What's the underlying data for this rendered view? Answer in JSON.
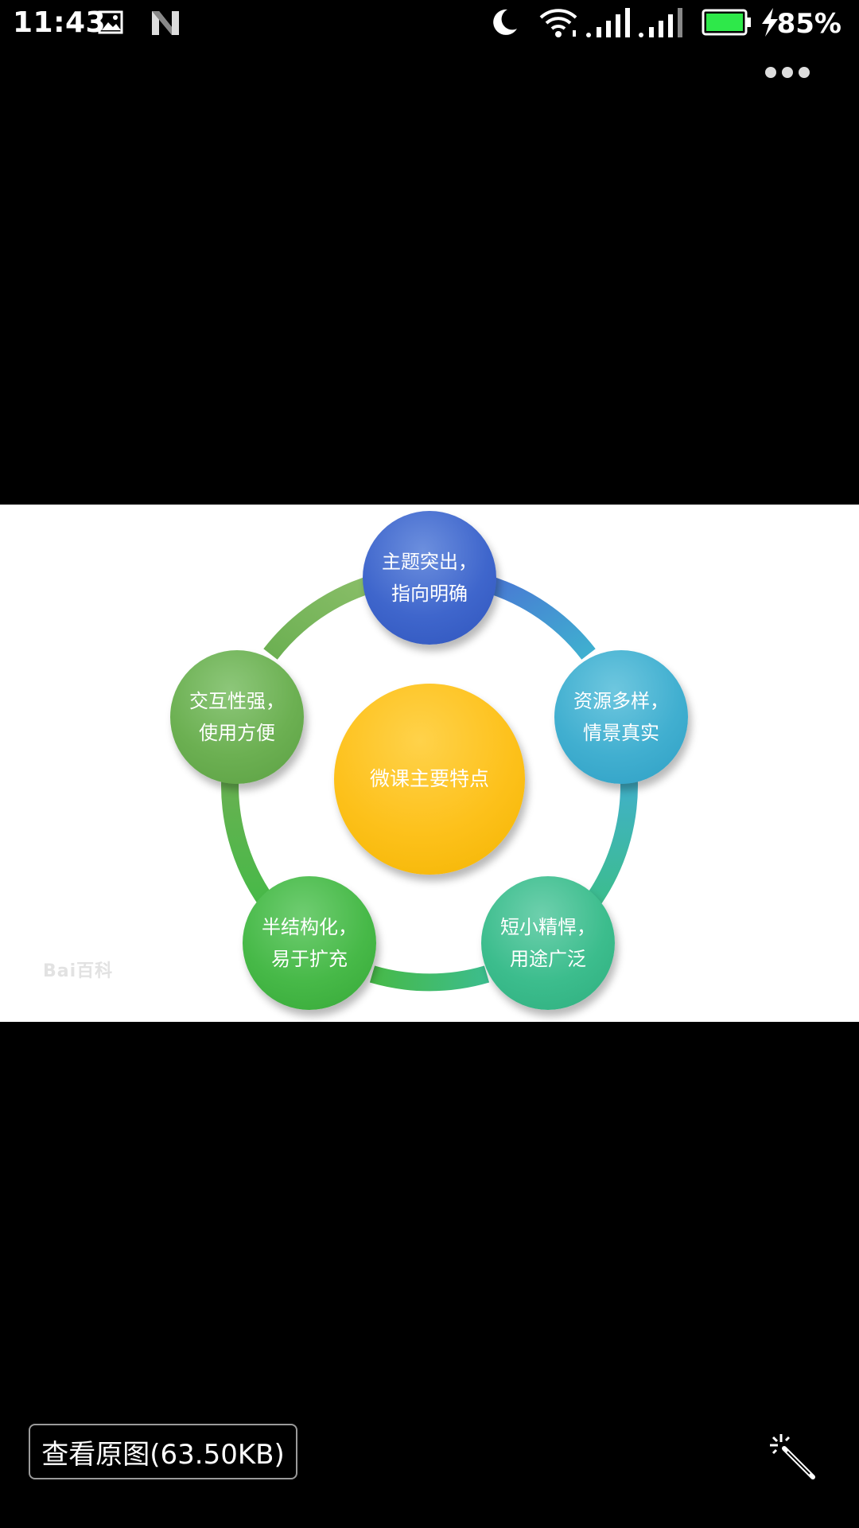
{
  "status_bar": {
    "time": "11:43",
    "battery_percent": "85%",
    "battery_color": "#2ee84a",
    "icons": [
      "image-icon",
      "n-icon",
      "moon-icon",
      "wifi-icon",
      "signal-icon",
      "signal-icon",
      "battery-icon",
      "charging-icon"
    ]
  },
  "header": {
    "more_icon": "more-dots-icon"
  },
  "image": {
    "diagram": {
      "center": "微课主要特点",
      "nodes": [
        "主题突出，\n指向明确",
        "资源多样，\n情景真实",
        "短小精悍，\n用途广泛",
        "半结构化，\n易于扩充",
        "交互性强，\n使用方便"
      ]
    },
    "watermark": "Bai百科"
  },
  "bottom_bar": {
    "view_original_label": "查看原图(63.50KB)",
    "magic_icon": "magic-wand-icon"
  }
}
